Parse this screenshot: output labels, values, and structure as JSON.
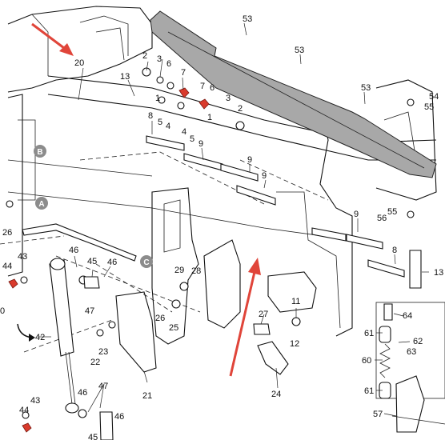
{
  "colors": {
    "arrow": "#e0453a",
    "highlight_part": "#d93a2c",
    "callout_fill": "#8c8c8c",
    "plate": "#a8a8a8"
  },
  "callouts": {
    "a": "A",
    "b": "B",
    "c": "C"
  },
  "labels": {
    "p2a": "2",
    "p3a": "3",
    "p6a": "6",
    "p7a": "7",
    "p13a": "13",
    "p1a": "1",
    "p5a": "5",
    "p4a": "4",
    "p20": "20",
    "p7b": "7",
    "p6b": "6",
    "p3b": "3",
    "p2b": "2",
    "p1b": "1",
    "p4b": "4",
    "p5b": "5",
    "p8a": "8",
    "p9a": "9",
    "p9b": "9",
    "p9c": "9",
    "p9d": "9",
    "p8b": "8",
    "p53a": "53",
    "p53b": "53",
    "p53c": "53",
    "p54": "54",
    "p55a": "55",
    "p55b": "55",
    "p56": "56",
    "p13b": "13",
    "p26a": "26",
    "p44a": "44",
    "p43a": "43",
    "p46a": "46",
    "p45a": "45",
    "p46b": "46",
    "p10": "0",
    "p42": "42",
    "p47a": "47",
    "p23": "23",
    "p22": "22",
    "p29": "29",
    "p28": "28",
    "p26b": "26",
    "p25": "25",
    "p27": "27",
    "p11": "11",
    "p12": "12",
    "p24": "24",
    "p21": "21",
    "p43b": "43",
    "p44b": "44",
    "p46c": "46",
    "p47b": "47",
    "p46d": "46",
    "p45b": "45",
    "p64": "64",
    "p61a": "61",
    "p62": "62",
    "p63": "63",
    "p60": "60",
    "p61b": "61",
    "p57": "57"
  }
}
